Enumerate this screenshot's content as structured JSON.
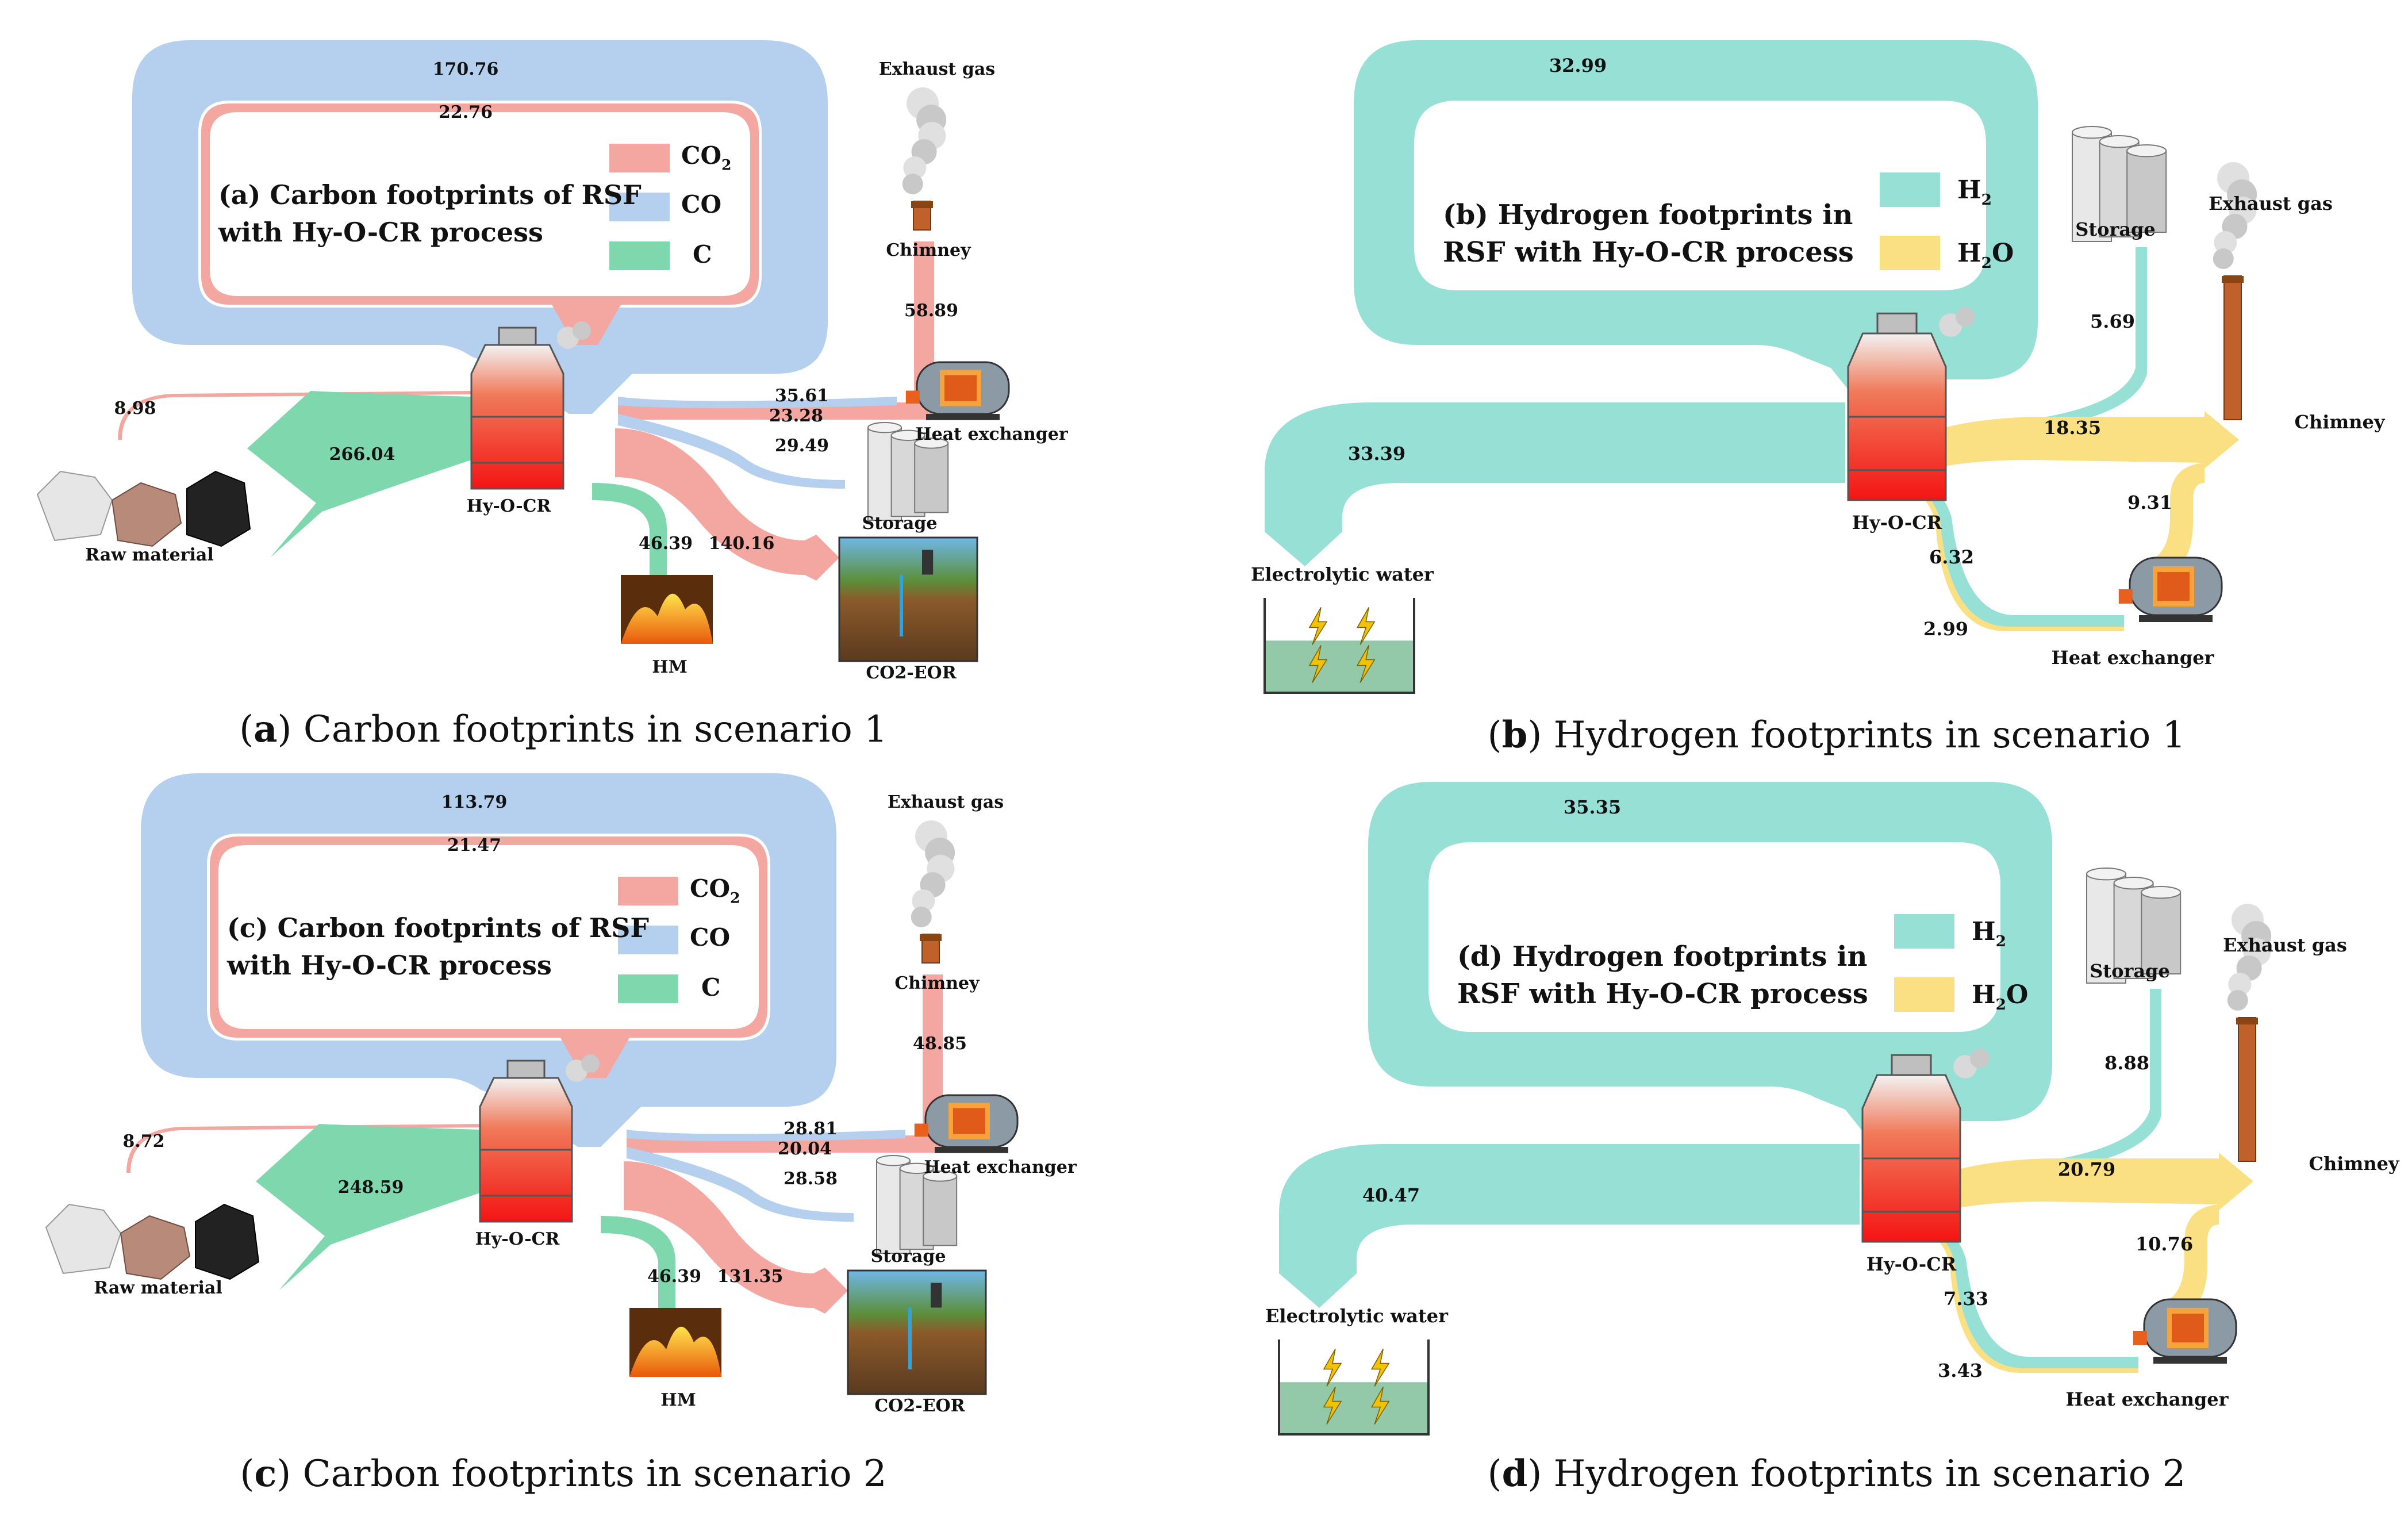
{
  "colors": {
    "co2": "#F4A6A0",
    "co": "#B5D0EE",
    "c": "#7FD7AE",
    "h2": "#96E0D5",
    "h2o": "#FBE083",
    "furnace_top": "#E8E8E8",
    "furnace_bottom": "#F41818"
  },
  "panels": {
    "a": {
      "box_title_1": "(a) Carbon footprints of RSF",
      "box_title_2": "with Hy-O-CR process",
      "legend": [
        "CO2",
        "CO",
        "C"
      ],
      "flows": {
        "co_loop": "170.76",
        "co2_loop": "22.76",
        "raw_co2": "8.98",
        "raw_c": "266.04",
        "chimney_co2": "58.89",
        "hx_co": "35.61",
        "hx_co2": "23.28",
        "storage_co": "29.49",
        "hm_c": "46.39",
        "eor_co2": "140.16"
      },
      "nodes": {
        "exhaust": "Exhaust gas",
        "chimney": "Chimney",
        "hx": "Heat exchanger",
        "storage": "Storage",
        "furnace": "Hy-O-CR",
        "raw": "Raw material",
        "hm": "HM",
        "eor": "CO2-EOR"
      },
      "caption_letter": "a",
      "caption_text": " Carbon footprints in scenario 1"
    },
    "b": {
      "box_title_1": "(b) Hydrogen footprints in",
      "box_title_2": "RSF with Hy-O-CR process",
      "legend": [
        "H2",
        "H2O"
      ],
      "flows": {
        "h2_loop": "32.99",
        "elec_h2": "33.39",
        "storage_h2": "5.69",
        "chimney_h2o": "18.35",
        "hx_h2o_up": "9.31",
        "hx_h2": "6.32",
        "hx_h2o": "2.99"
      },
      "nodes": {
        "storage": "Storage",
        "exhaust": "Exhaust gas",
        "chimney": "Chimney",
        "furnace": "Hy-O-CR",
        "elec": "Electrolytic water",
        "hx": "Heat exchanger"
      },
      "caption_letter": "b",
      "caption_text": " Hydrogen footprints in scenario 1"
    },
    "c": {
      "box_title_1": "(c) Carbon footprints of RSF",
      "box_title_2": "with Hy-O-CR process",
      "legend": [
        "CO2",
        "CO",
        "C"
      ],
      "flows": {
        "co_loop": "113.79",
        "co2_loop": "21.47",
        "raw_co2": "8.72",
        "raw_c": "248.59",
        "chimney_co2": "48.85",
        "hx_co": "28.81",
        "hx_co2": "20.04",
        "storage_co": "28.58",
        "hm_c": "46.39",
        "eor_co2": "131.35"
      },
      "nodes": {
        "exhaust": "Exhaust gas",
        "chimney": "Chimney",
        "hx": "Heat exchanger",
        "storage": "Storage",
        "furnace": "Hy-O-CR",
        "raw": "Raw material",
        "hm": "HM",
        "eor": "CO2-EOR"
      },
      "caption_letter": "c",
      "caption_text": " Carbon footprints in scenario 2"
    },
    "d": {
      "box_title_1": "(d) Hydrogen footprints in",
      "box_title_2": "RSF with Hy-O-CR process",
      "legend": [
        "H2",
        "H2O"
      ],
      "flows": {
        "h2_loop": "35.35",
        "elec_h2": "40.47",
        "storage_h2": "8.88",
        "chimney_h2o": "20.79",
        "hx_h2o_up": "10.76",
        "hx_h2": "7.33",
        "hx_h2o": "3.43"
      },
      "nodes": {
        "storage": "Storage",
        "exhaust": "Exhaust gas",
        "chimney": "Chimney",
        "furnace": "Hy-O-CR",
        "elec": "Electrolytic water",
        "hx": "Heat exchanger"
      },
      "caption_letter": "d",
      "caption_text": " Hydrogen footprints in scenario 2"
    }
  }
}
